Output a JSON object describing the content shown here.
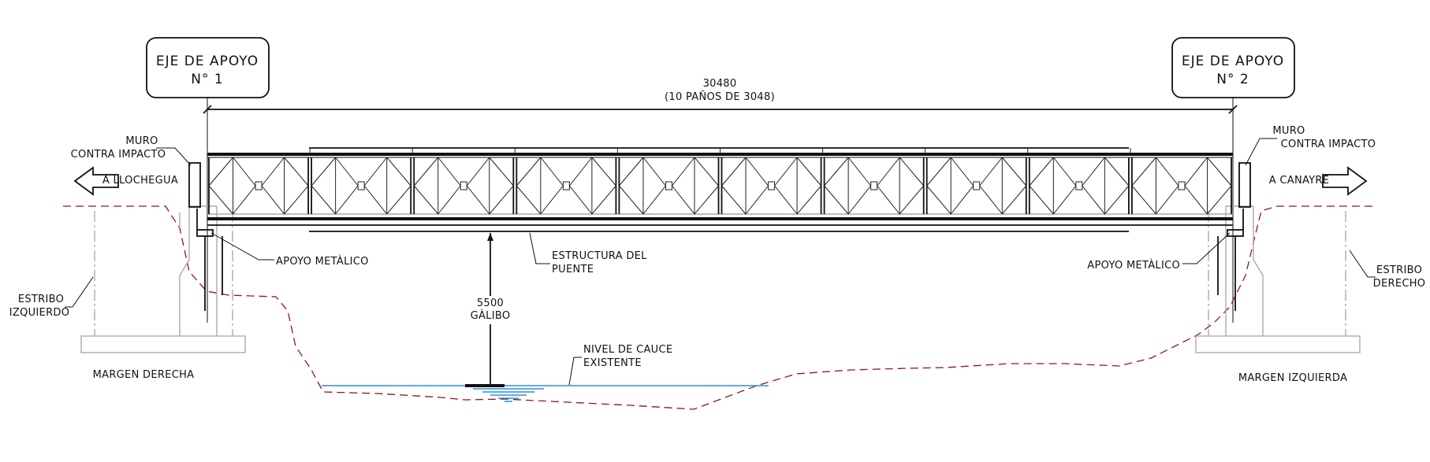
{
  "labels": {
    "axis1_line1": "EJE DE APOYO",
    "axis1_line2": "N° 1",
    "axis2_line1": "EJE DE APOYO",
    "axis2_line2": "N° 2",
    "span_total": "30480",
    "span_detail": "(10 PAÑOS DE 3048)",
    "wall_left_line1": "MURO",
    "wall_left_line2": "CONTRA IMPACTO",
    "wall_right_line1": "MURO",
    "wall_right_line2": "CONTRA IMPACTO",
    "dir_left": "A LLOCHEGUA",
    "dir_right": "A CANAYRE",
    "support_left": "APOYO METÀLICO",
    "support_right": "APOYO METÀLICO",
    "structure_line1": "ESTRUCTURA DEL",
    "structure_line2": "PUENTE",
    "clearance_value": "5500",
    "clearance_label": "GÀLIBO",
    "water_line1": "NIVEL DE CAUCE",
    "water_line2": "EXISTENTE",
    "abutment_left_line1": "ESTRIBO",
    "abutment_left_line2": "IZQUIERDO",
    "abutment_right_line1": "ESTRIBO",
    "abutment_right_line2": "DERECHO",
    "bank_left": "MARGEN DERECHA",
    "bank_right": "MARGEN IZQUIERDA"
  },
  "colors": {
    "lines": "#111111",
    "ground": "#8b1a1a",
    "water": "#2a8fd8",
    "abutment": "#aaaaaa"
  },
  "bridge": {
    "panel_count": 10
  }
}
